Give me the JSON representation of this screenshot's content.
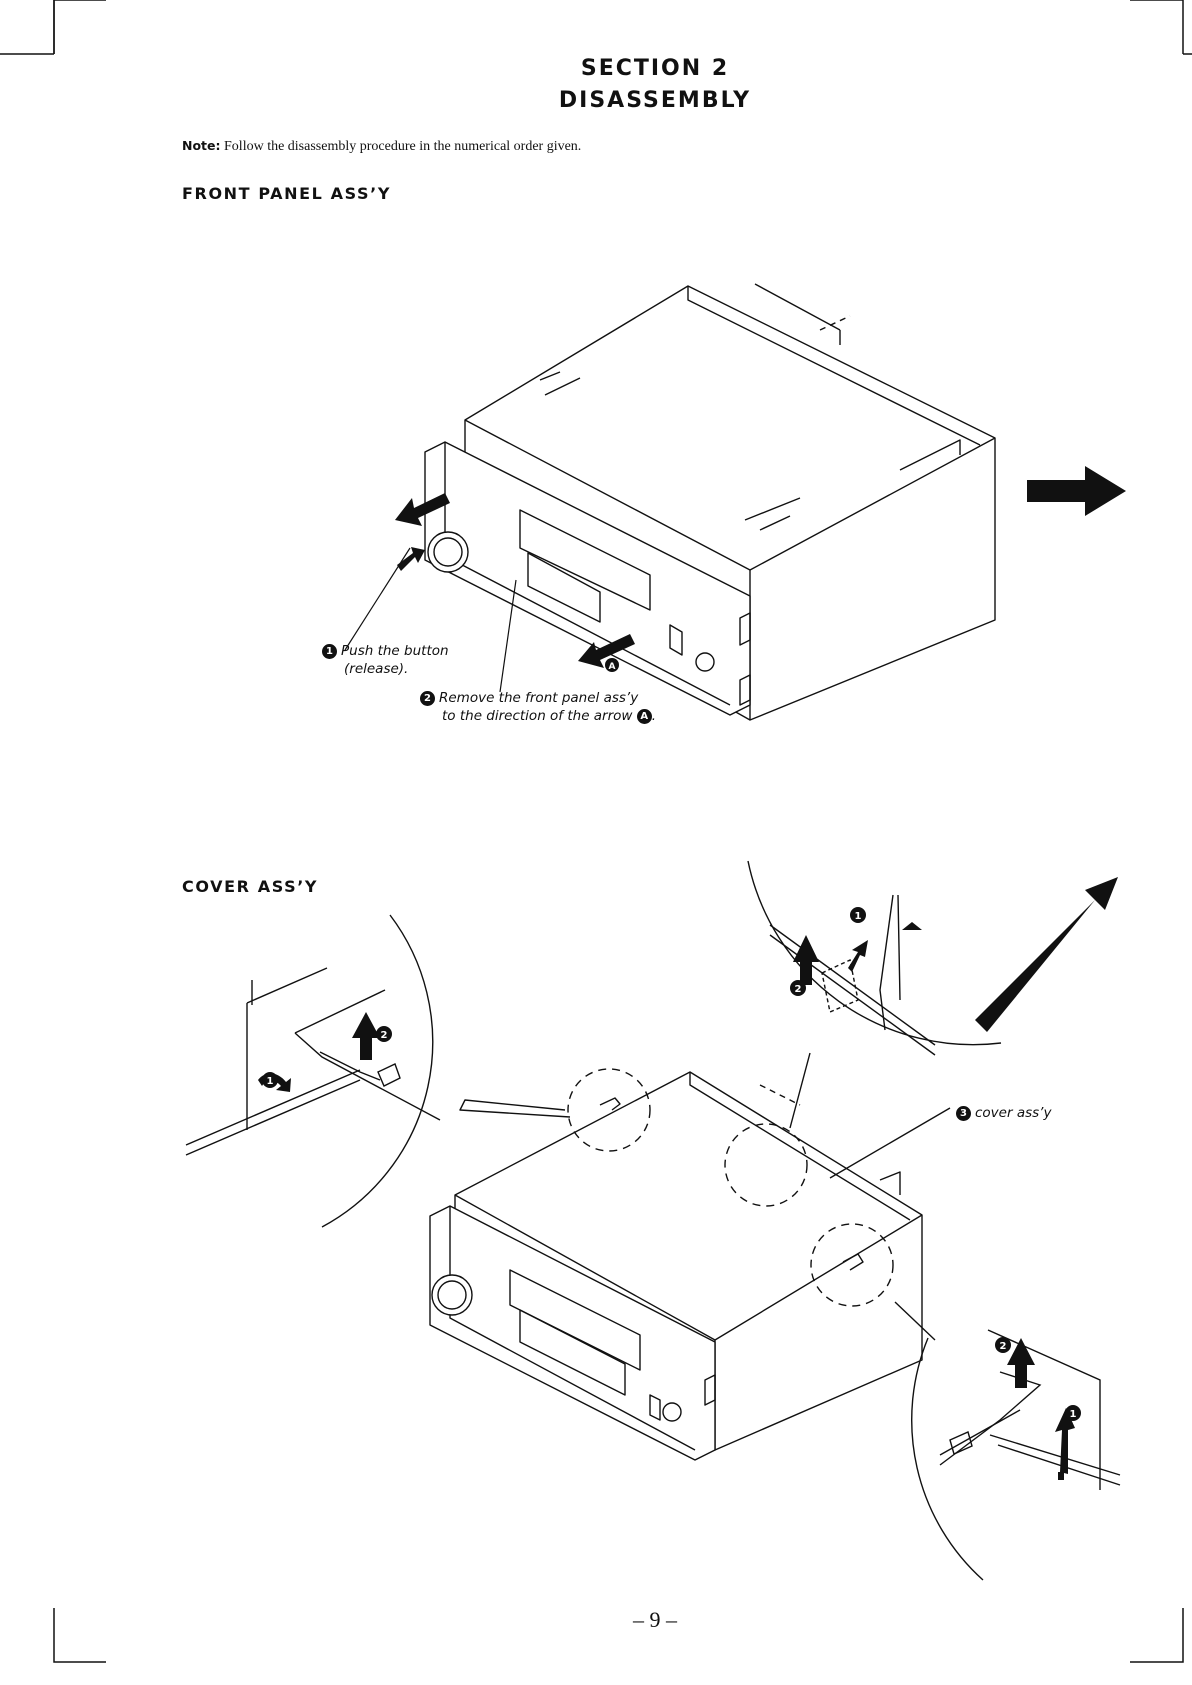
{
  "section": {
    "line1": "SECTION 2",
    "line2": "DISASSEMBLY"
  },
  "note": {
    "label": "Note:",
    "text": " Follow the disassembly procedure in the numerical order given."
  },
  "front_panel": {
    "heading": "FRONT PANEL ASS’Y",
    "step1_num": "1",
    "step1_line1": "Push the button",
    "step1_line2": "(release).",
    "step2_num": "2",
    "step2_line1": "Remove the front panel ass’y",
    "step2_line2": "to the direction of the arrow ",
    "arrow_marker": "A",
    "period": "."
  },
  "cover": {
    "heading": "COVER ASS’Y",
    "step3_num": "3",
    "step3_text": "cover ass’y",
    "callout_left": {
      "n1": "1",
      "n2": "2"
    },
    "callout_top": {
      "n1": "1",
      "n2": "2"
    },
    "callout_bottom": {
      "n1": "1",
      "n2": "2"
    }
  },
  "page_number": "– 9 –"
}
